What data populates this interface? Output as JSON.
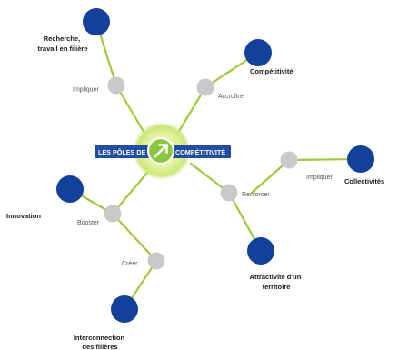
{
  "hub": {
    "text_left": "LES PÔLES DE",
    "text_right": "COMPÉTITIVITÉ"
  },
  "branches": [
    {
      "goal": [
        "Recherche,",
        "travail en filière"
      ],
      "verb": "Impliquer"
    },
    {
      "goal": [
        "Compétitivité"
      ],
      "verb": "Accroître"
    },
    {
      "goal": [
        "Collectivités"
      ],
      "verb": "Impliquer"
    },
    {
      "goal": [
        "Attractivité d'un",
        "territoire"
      ],
      "verb": "Renforcer"
    },
    {
      "goal": [
        "Innovation"
      ],
      "verb": "Booster"
    },
    {
      "goal": [
        "Interconnection",
        "des filières"
      ],
      "verb": "Créer"
    }
  ],
  "colors": {
    "line": "#9fca3c",
    "verb_node": "#c9c9c9",
    "goal_node": "#12419a",
    "hub_glow": "#d4ec7a",
    "hub_bar": "#234da0",
    "hub_arrow_circle": "#8cc63f"
  }
}
